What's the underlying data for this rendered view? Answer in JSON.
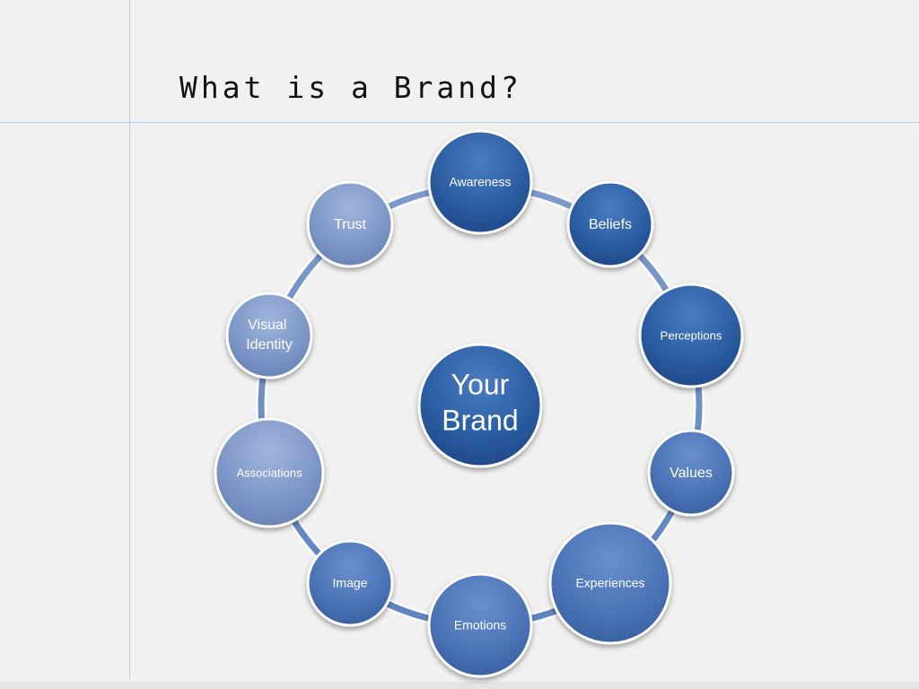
{
  "slide": {
    "title": "What is a Brand?"
  },
  "diagram": {
    "center": {
      "line1": "Your",
      "line2": "Brand"
    },
    "nodes": [
      {
        "id": "awareness",
        "label": "Awareness"
      },
      {
        "id": "beliefs",
        "label": "Beliefs"
      },
      {
        "id": "perceptions",
        "label": "Perceptions"
      },
      {
        "id": "values",
        "label": "Values"
      },
      {
        "id": "experiences",
        "label": "Experiences"
      },
      {
        "id": "emotions",
        "label": "Emotions"
      },
      {
        "id": "image",
        "label": "Image"
      },
      {
        "id": "associations",
        "label": "Associations"
      },
      {
        "id": "visual-identity",
        "label": "Visual Identity"
      },
      {
        "id": "trust",
        "label": "Trust"
      }
    ]
  },
  "colors": {
    "background": "#f1f1f1",
    "guide_lines": "#b9d0e6",
    "node_dark": "#2d5fa5",
    "node_light": "#8ea6d2",
    "ring": "#6d8fc4"
  }
}
